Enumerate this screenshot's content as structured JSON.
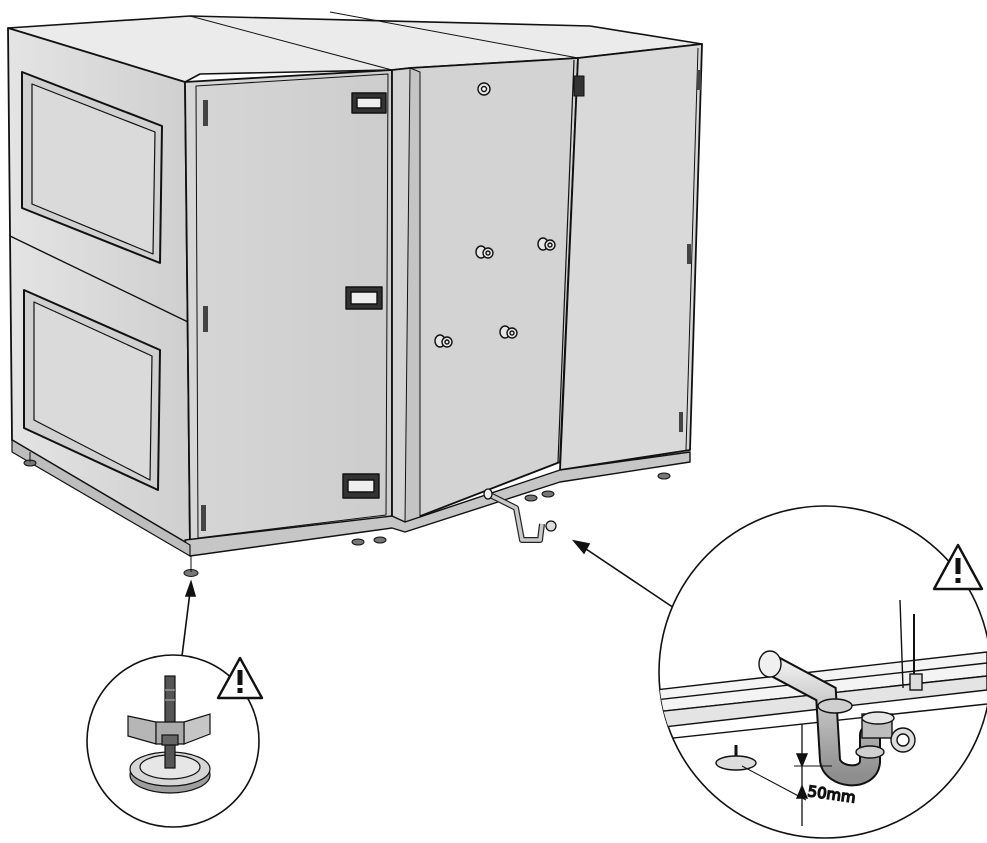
{
  "diagram": {
    "detail_left": {
      "warning_symbol": "warning-triangle-icon",
      "part": "adjustable-foot"
    },
    "detail_right": {
      "warning_symbol": "warning-triangle-icon",
      "part": "drain-trap",
      "dimension_label": "50mm"
    },
    "colors": {
      "panel_light": "#dcdcdc",
      "panel_mid": "#c9c9c9",
      "panel_dark": "#b4b4b4",
      "window": "#d8d8d8",
      "line": "#111111"
    }
  }
}
